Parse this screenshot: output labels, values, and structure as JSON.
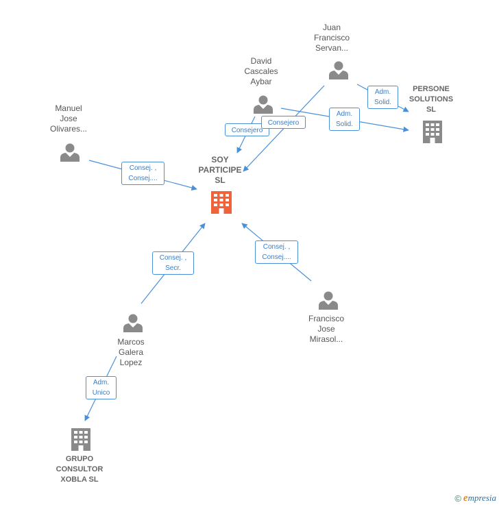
{
  "nodes": {
    "juan": {
      "label": "Juan\nFrancisco\nServan..."
    },
    "david": {
      "label": "David\nCascales\nAybar"
    },
    "manuel": {
      "label": "Manuel\nJose\nOlivares..."
    },
    "persone": {
      "label": "PERSONE\nSOLUTIONS\nSL"
    },
    "soy": {
      "label": "SOY\nPARTICIPE\nSL"
    },
    "marcos": {
      "label": "Marcos\nGalera\nLopez"
    },
    "francisco": {
      "label": "Francisco\nJose\nMirasol..."
    },
    "grupo": {
      "label": "GRUPO\nCONSULTOR\nXOBLA SL"
    }
  },
  "edges": {
    "juan_persone": "Adm.\nSolid.",
    "david_persone": "Adm.\nSolid.",
    "david_soy": "Consejero",
    "juan_soy": "Consejero",
    "manuel_soy": "Consej. ,\nConsej....",
    "marcos_soy": "Consej. ,\nSecr.",
    "francisco_soy": "Consej. ,\nConsej....",
    "marcos_grupo": "Adm.\nUnico"
  },
  "footer": {
    "copyright": "©",
    "brand_first": "e",
    "brand_rest": "mpresia"
  },
  "colors": {
    "edge": "#4a90d9",
    "person": "#8a8a8a",
    "company": "#8a8a8a",
    "main_company": "#f0623a"
  }
}
